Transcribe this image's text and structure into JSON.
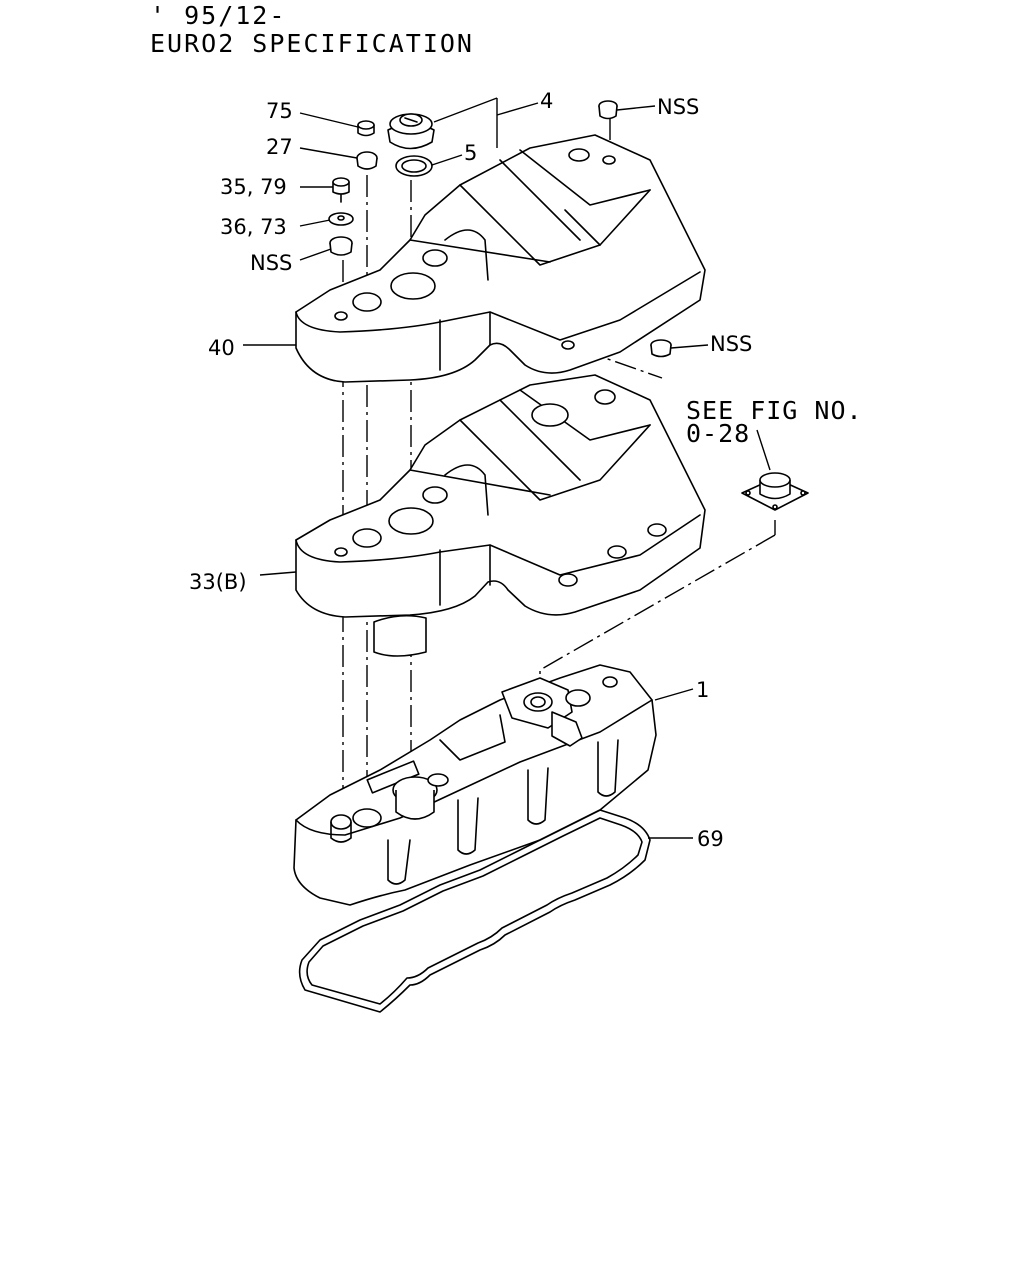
{
  "header": {
    "date_line": "' 95/12-",
    "spec_line": "EURO2 SPECIFICATION"
  },
  "reference": {
    "line1": "SEE FIG NO.",
    "line2": "0-28"
  },
  "callouts": {
    "c75": "75",
    "c27": "27",
    "c35_79": "35, 79",
    "c36_73": "36, 73",
    "nss_left": "NSS",
    "c40": "40",
    "c33b": "33(B)",
    "c4": "4",
    "c5": "5",
    "nss_top": "NSS",
    "nss_right": "NSS",
    "c1": "1",
    "c69": "69"
  }
}
